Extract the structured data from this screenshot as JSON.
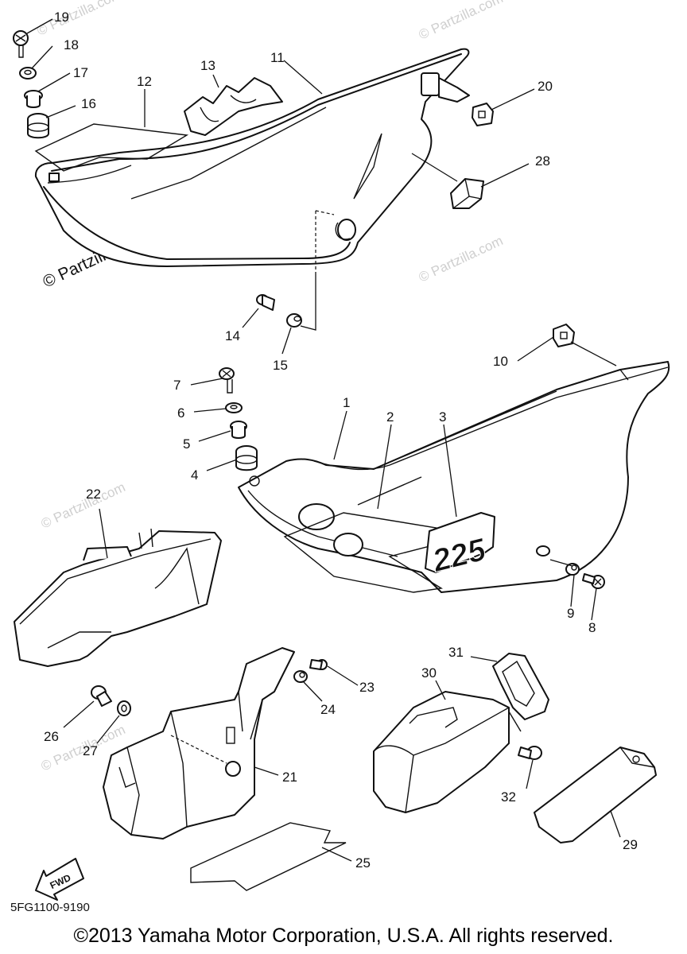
{
  "diagram": {
    "callouts": [
      "1",
      "2",
      "3",
      "4",
      "5",
      "6",
      "7",
      "8",
      "9",
      "10",
      "11",
      "12",
      "13",
      "14",
      "15",
      "16",
      "17",
      "18",
      "19",
      "20",
      "21",
      "22",
      "23",
      "24",
      "25",
      "26",
      "27",
      "28",
      "29",
      "30",
      "31",
      "32"
    ],
    "watermark": "© Partzilla.com",
    "emblem_text": "225",
    "fwd_text": "FWD",
    "part_code": "5FG1100-9190",
    "copyright": "©2013 Yamaha Motor Corporation, U.S.A. All rights reserved."
  }
}
